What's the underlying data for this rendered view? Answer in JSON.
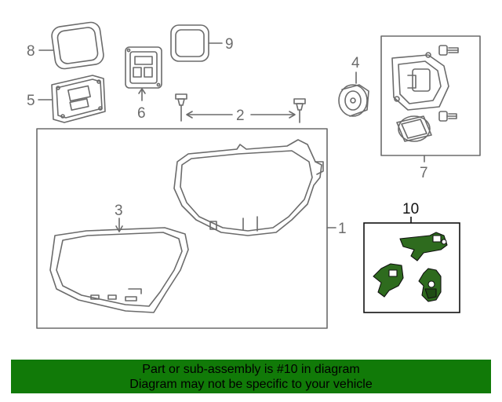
{
  "callouts": {
    "c1": "1",
    "c2": "2",
    "c3": "3",
    "c4": "4",
    "c5": "5",
    "c6": "6",
    "c7": "7",
    "c8": "8",
    "c9": "9",
    "c10": "10"
  },
  "banner": {
    "line1": "Part or sub-assembly is #10 in diagram",
    "line2": "Diagram may not be specific to your vehicle"
  },
  "colors": {
    "banner_bg": "#117a08",
    "highlight_part": "#2e6b1e",
    "line_art": "#6b6b6b"
  }
}
